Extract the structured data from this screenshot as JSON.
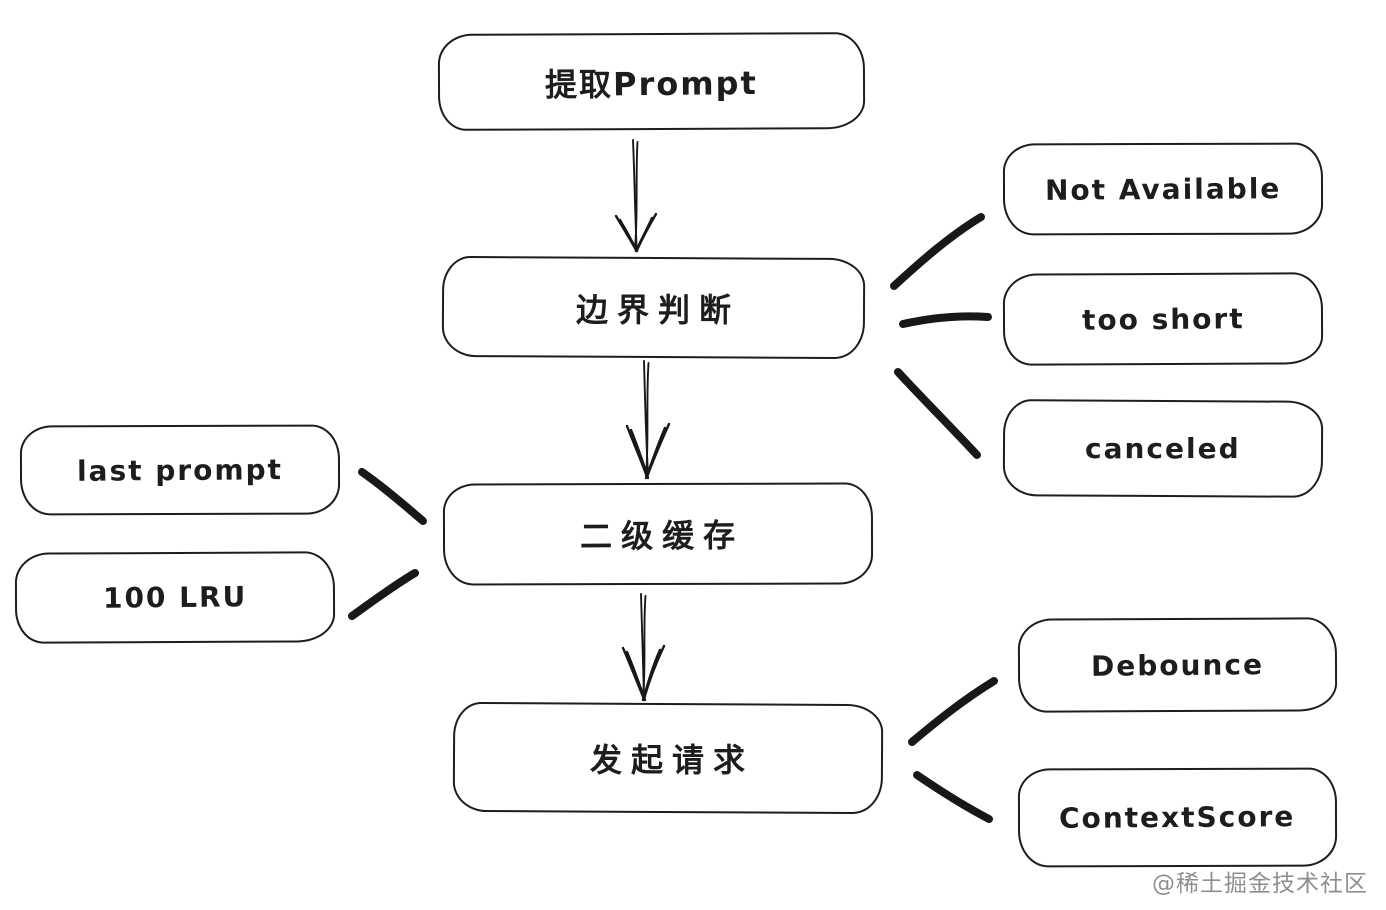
{
  "canvas": {
    "background": "#ffffff",
    "stroke_color": "#1e1e1e",
    "text_color": "#1d1d1d"
  },
  "nodes": {
    "extract_prompt": {
      "label": "提取Prompt"
    },
    "boundary_check": {
      "label": "边界判断"
    },
    "not_available": {
      "label": "Not Available"
    },
    "too_short": {
      "label": "too short"
    },
    "canceled": {
      "label": "canceled"
    },
    "last_prompt": {
      "label": "last prompt"
    },
    "lru_100": {
      "label": "100 LRU"
    },
    "l2_cache": {
      "label": "二级缓存"
    },
    "send_request": {
      "label": "发起请求"
    },
    "debounce": {
      "label": "Debounce"
    },
    "context_score": {
      "label": "ContextScore"
    }
  },
  "edges": [
    {
      "from": "extract_prompt",
      "to": "boundary_check",
      "type": "arrow"
    },
    {
      "from": "boundary_check",
      "to": "l2_cache",
      "type": "arrow"
    },
    {
      "from": "l2_cache",
      "to": "send_request",
      "type": "arrow"
    },
    {
      "from": "boundary_check",
      "to": "not_available",
      "type": "link"
    },
    {
      "from": "boundary_check",
      "to": "too_short",
      "type": "link"
    },
    {
      "from": "boundary_check",
      "to": "canceled",
      "type": "link"
    },
    {
      "from": "last_prompt",
      "to": "l2_cache",
      "type": "link"
    },
    {
      "from": "lru_100",
      "to": "l2_cache",
      "type": "link"
    },
    {
      "from": "send_request",
      "to": "debounce",
      "type": "link"
    },
    {
      "from": "send_request",
      "to": "context_score",
      "type": "link"
    }
  ],
  "watermark": {
    "text": "@稀土掘金技术社区",
    "color": "#8f8f8f"
  }
}
